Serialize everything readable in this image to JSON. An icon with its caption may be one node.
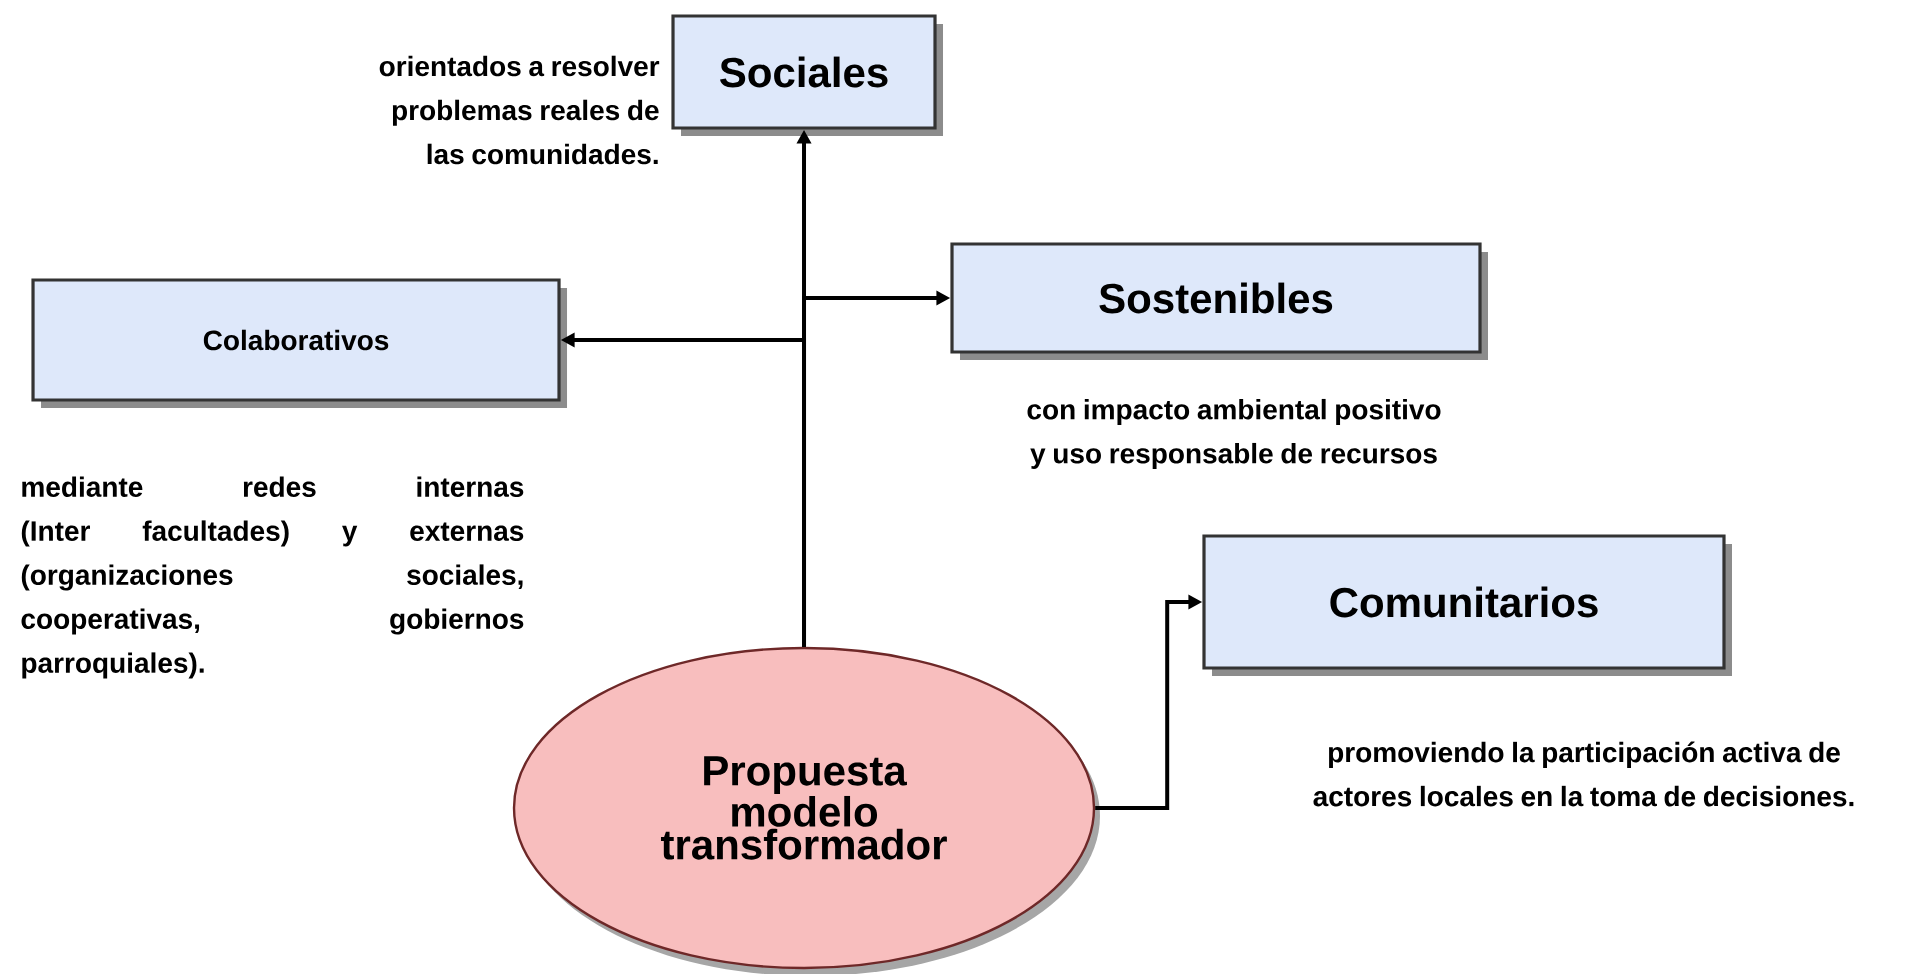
{
  "diagram": {
    "nodes": [
      {
        "text": [
          "Sociales"
        ],
        "beside": [
          "orientados a resolver problemas reales de las comunidades."
        ]
      },
      {
        "text": [
          "Sostenibles"
        ],
        "beside": [
          "con impacto ambiental positivo y uso responsable de recursos"
        ]
      },
      {
        "text": [
          "Colaborativos"
        ]
      },
      {
        "text": [
          "Comunitarios"
        ],
        "beside": [
          "promoviendo la participación activa de actores locales en la toma de decisiones."
        ]
      },
      {
        "text": [
          "Propuesta modelo transformador"
        ]
      }
    ],
    "edges": [
      {
        "from": 4,
        "to": 0,
        "arrow": "to"
      },
      {
        "from": 4,
        "to": 1,
        "arrow": "to"
      },
      {
        "from": 4,
        "to": 2,
        "arrow": "to"
      },
      {
        "from": 4,
        "to": 3,
        "arrow": "to"
      }
    ],
    "labels": [
      "mediante redes internas (Inter facultades) y externas (organizaciones sociales, cooperativas, gobiernos parroquiales)."
    ]
  }
}
